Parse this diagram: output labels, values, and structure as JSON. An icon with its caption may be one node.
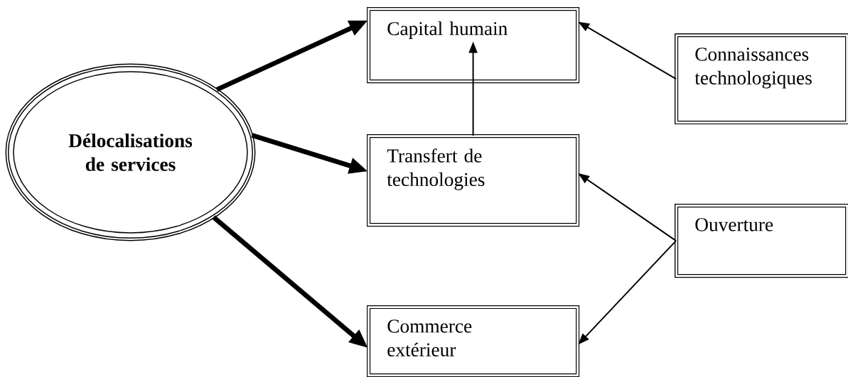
{
  "diagram": {
    "nodes": [
      {
        "text": [
          "Délocalisations de services"
        ]
      },
      {
        "text": [
          "Capital humain"
        ]
      },
      {
        "text": [
          "Connaissances technologiques"
        ]
      },
      {
        "text": [
          "Transfert de technologies"
        ]
      },
      {
        "text": [
          "Ouverture"
        ]
      },
      {
        "text": [
          "Commerce extérieur"
        ]
      }
    ],
    "edges": [
      {
        "from": 0,
        "to": 1,
        "arrow": "to",
        "style": "thick"
      },
      {
        "from": 0,
        "to": 3,
        "arrow": "to",
        "style": "thick"
      },
      {
        "from": 0,
        "to": 5,
        "arrow": "to",
        "style": "thick"
      },
      {
        "from": 3,
        "to": 1,
        "arrow": "to"
      },
      {
        "from": 2,
        "to": 1,
        "arrow": "to"
      },
      {
        "from": 4,
        "to": 3,
        "arrow": "to"
      },
      {
        "from": 4,
        "to": 5,
        "arrow": "to"
      }
    ]
  }
}
